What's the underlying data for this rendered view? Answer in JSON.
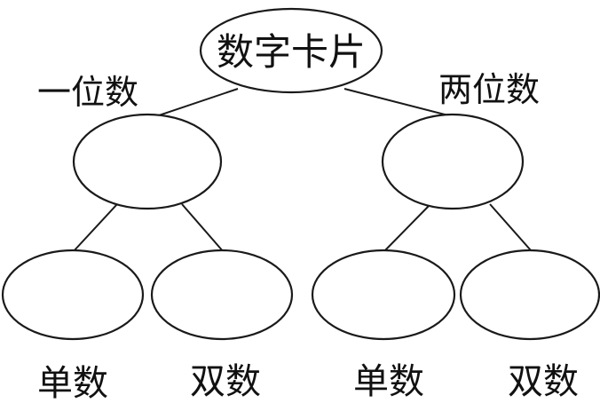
{
  "diagram": {
    "root": {
      "label": "数字卡片"
    },
    "branches": [
      {
        "label": "一位数"
      },
      {
        "label": "两位数"
      }
    ],
    "leaves": [
      {
        "label": "单数"
      },
      {
        "label": "双数"
      },
      {
        "label": "单数"
      },
      {
        "label": "双数"
      }
    ],
    "colors": {
      "stroke": "#1a1a1a",
      "text": "#111111",
      "background": "#ffffff"
    }
  }
}
